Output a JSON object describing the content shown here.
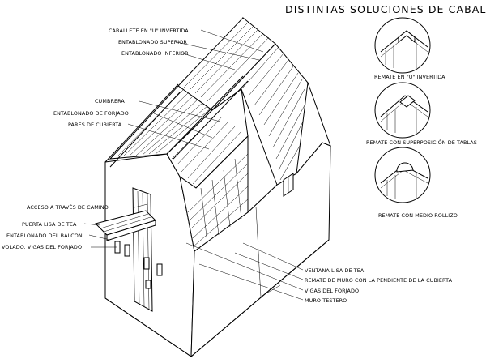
{
  "title": "DISTINTAS SOLUCIONES DE CABALLETE",
  "labels_left_top": [
    "CABALLETE EN \"U\" INVERTIDA",
    "ENTABLONADO SUPERIOR",
    "ENTABLONADO INFERIOR"
  ],
  "labels_left_mid": [
    "CUMBRERA",
    "ENTABLONADO DE FORJADO",
    "PARES DE CUBIERTA"
  ],
  "labels_left_low": [
    "ACCESO A TRAVÉS DE CAMINO",
    "PUERTA LISA DE TEA",
    "ENTABLONADO DEL BALCÓN",
    "VOLADO. VIGAS DEL FORJADO"
  ],
  "labels_bottom_right": [
    "VENTANA LISA DE TEA",
    "REMATE DE MURO CON LA PENDIENTE DE LA CUBIERTA",
    "VIGAS DEL FORJADO",
    "MURO TESTERO"
  ],
  "details": [
    "REMATE EN \"U\" INVERTIDA",
    "REMATE CON SUPERPOSICIÓN DE TABLAS",
    "REMATE CON MEDIO ROLLIZO"
  ]
}
